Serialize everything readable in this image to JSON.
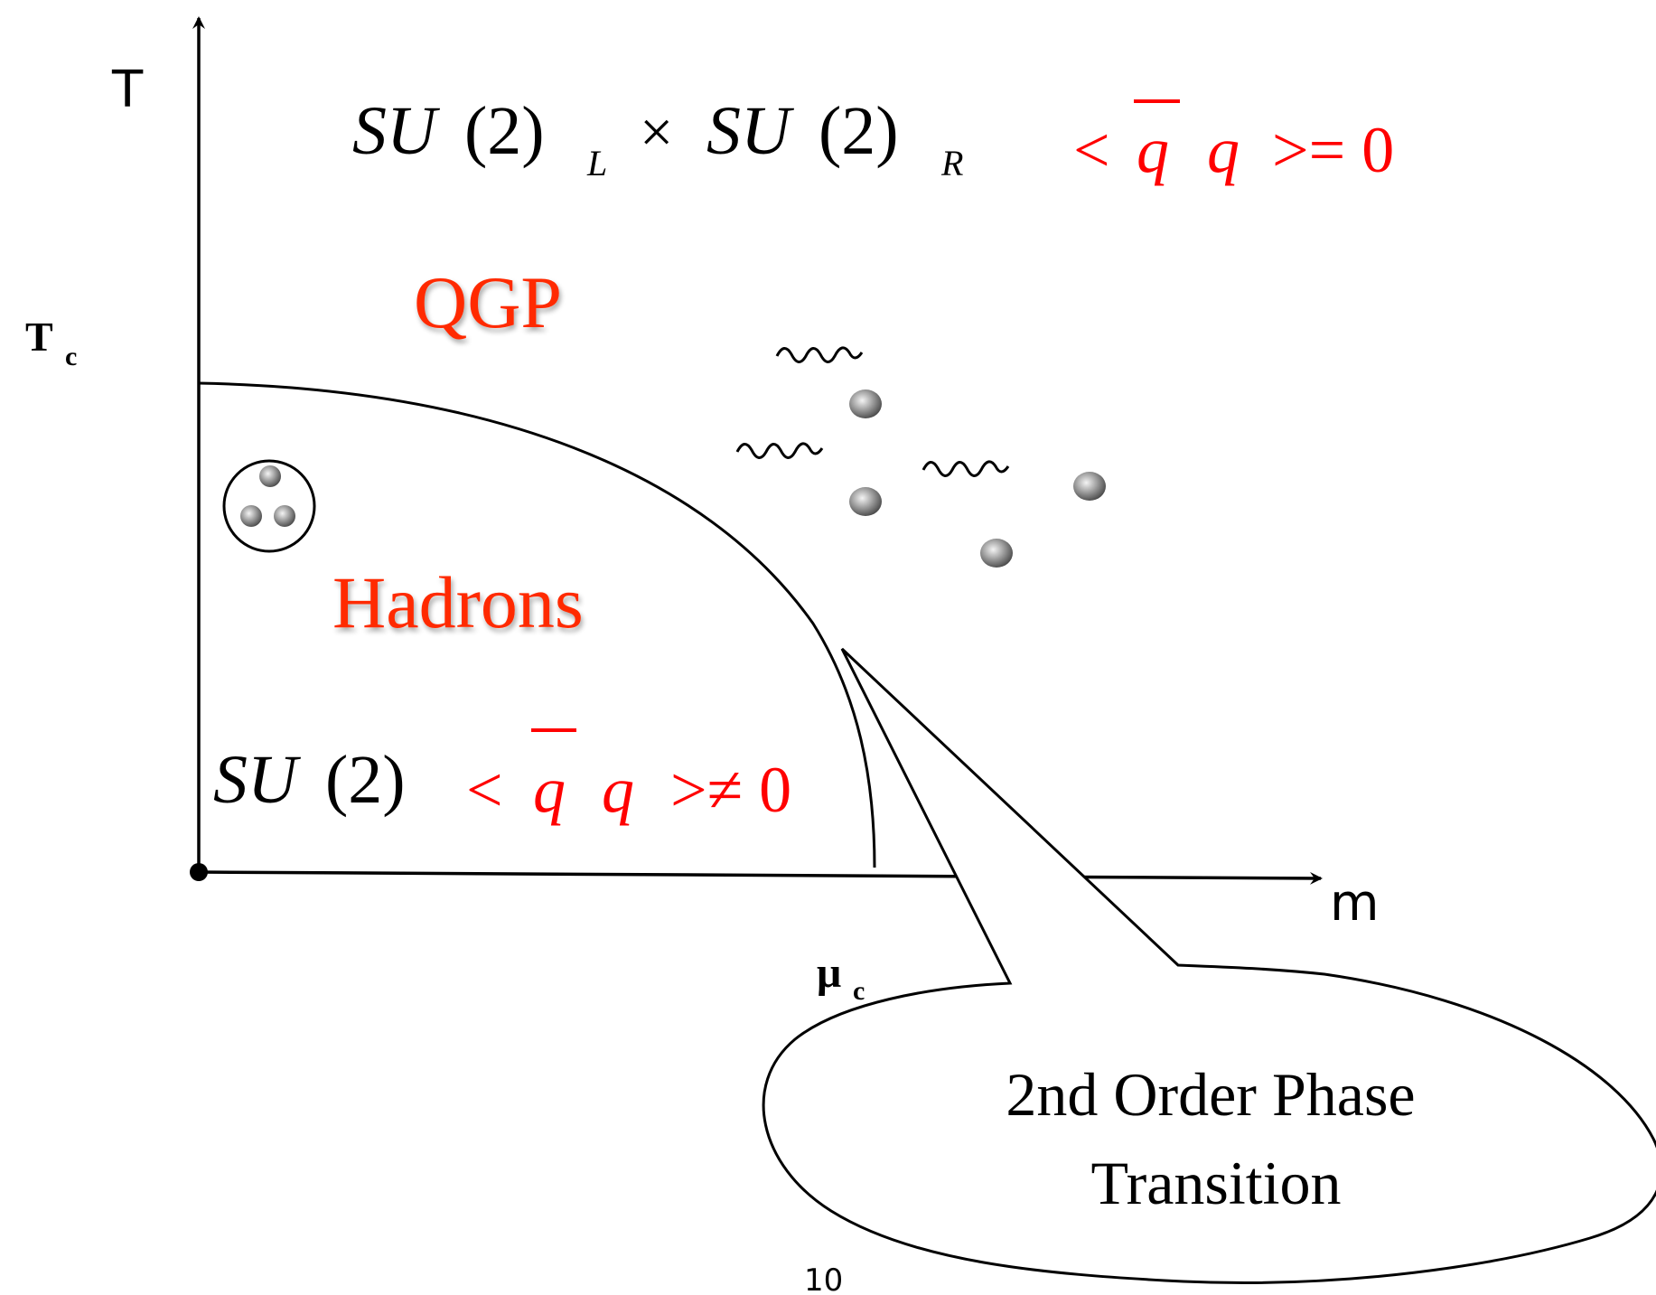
{
  "axes": {
    "y_label": "T",
    "x_label": "m",
    "tc_main": "T",
    "tc_sub": "c",
    "muc_main": "μ",
    "muc_sub": "c"
  },
  "symmetry_top": {
    "su": "SU",
    "two": "(2)",
    "sub_l": "L",
    "times": "×",
    "sub_r": "R",
    "condensate_lt": "<",
    "q": "q",
    "condensate_end": ">= 0"
  },
  "symmetry_bottom": {
    "su": "SU",
    "two": "(2)",
    "condensate_lt": "<",
    "q": "q",
    "condensate_end": ">≠ 0"
  },
  "phases": {
    "qgp": "QGP",
    "hadrons": "Hadrons"
  },
  "callout": {
    "line1": "2nd Order Phase",
    "line2": "Transition"
  },
  "page_number": "10",
  "colors": {
    "red": "#ff0000",
    "phase_label": "#ff2a00",
    "ink": "#000000",
    "particle": "#8a8a8a"
  }
}
